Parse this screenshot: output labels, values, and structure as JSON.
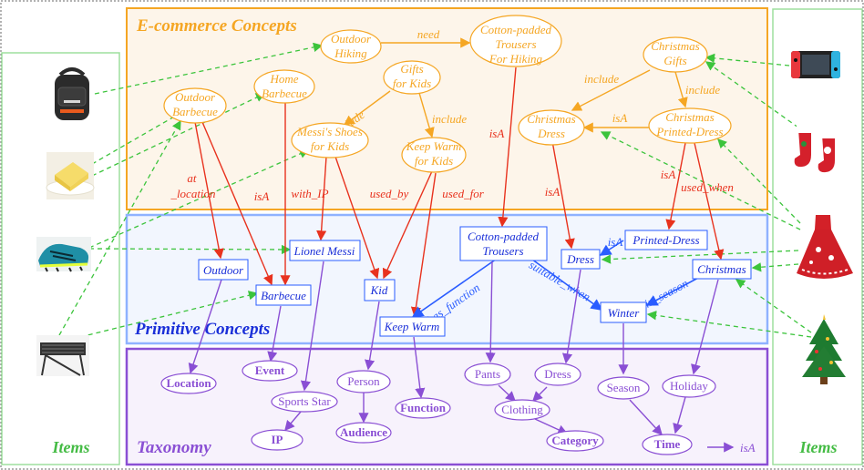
{
  "panels": {
    "items_left": "Items",
    "items_right": "Items",
    "ecommerce": "E-commerce Concepts",
    "primitive": "Primitive Concepts",
    "taxonomy": "Taxonomy"
  },
  "colors": {
    "items_frame": "#7fd37f",
    "items_title": "#44bb44",
    "ecommerce": "#f5a623",
    "ecommerce_fill": "#fdf5ea",
    "primitive": "#2a5cff",
    "primitive_frame": "#8fb2ff",
    "primitive_fill": "#f2f6fe",
    "taxonomy": "#8a4fd4",
    "taxonomy_fill": "#f7f2fc",
    "red_edge": "#e8321e",
    "green_edge": "#3cc43c"
  },
  "item_images": {
    "left": [
      "backpack",
      "butter",
      "football-boots",
      "barbecue-grill"
    ],
    "right": [
      "game-console",
      "christmas-stockings",
      "christmas-dress",
      "christmas-tree"
    ]
  },
  "ecommerce_nodes": [
    {
      "id": "outdoor_hiking",
      "label": "Outdoor Hiking"
    },
    {
      "id": "cotton_trousers_hiking",
      "label": "Cotton-padded Trousers For Hiking"
    },
    {
      "id": "christmas_gifts",
      "label": "Christmas Gifts"
    },
    {
      "id": "home_barbecue",
      "label": "Home Barbecue"
    },
    {
      "id": "gifts_for_kids",
      "label": "Gifts for Kids"
    },
    {
      "id": "outdoor_barbecue",
      "label": "Outdoor Barbecue"
    },
    {
      "id": "messi_shoes",
      "label": "Messi's Shoes for Kids"
    },
    {
      "id": "keep_warm_kids",
      "label": "Keep Warm for Kids"
    },
    {
      "id": "christmas_dress",
      "label": "Christmas Dress"
    },
    {
      "id": "christmas_printed_dress",
      "label": "Christmas Printed-Dress"
    }
  ],
  "ecommerce_edges": [
    {
      "label": "need"
    },
    {
      "label": "include"
    },
    {
      "label": "include"
    },
    {
      "label": "include"
    },
    {
      "label": "include"
    },
    {
      "label": "isA"
    }
  ],
  "primitive_nodes": [
    {
      "id": "lionel_messi",
      "label": "Lionel Messi"
    },
    {
      "id": "outdoor",
      "label": "Outdoor"
    },
    {
      "id": "barbecue",
      "label": "Barbecue"
    },
    {
      "id": "kid",
      "label": "Kid"
    },
    {
      "id": "keep_warm",
      "label": "Keep Warm"
    },
    {
      "id": "cotton_trousers",
      "label": "Cotton-padded Trousers"
    },
    {
      "id": "dress",
      "label": "Dress"
    },
    {
      "id": "printed_dress",
      "label": "Printed-Dress"
    },
    {
      "id": "christmas",
      "label": "Christmas"
    },
    {
      "id": "winter",
      "label": "Winter"
    }
  ],
  "primitive_edges": [
    {
      "label": "isA"
    },
    {
      "label": "has_function"
    },
    {
      "label": "suitable_when"
    },
    {
      "label": "in_season"
    }
  ],
  "cross_edges": [
    {
      "label": "at _location"
    },
    {
      "label": "isA"
    },
    {
      "label": "with_IP"
    },
    {
      "label": "used_by"
    },
    {
      "label": "used_for"
    },
    {
      "label": "isA"
    },
    {
      "label": "isA"
    },
    {
      "label": "isA"
    },
    {
      "label": "used_when"
    }
  ],
  "taxonomy_nodes": [
    {
      "id": "location",
      "label": "Location",
      "bold": true
    },
    {
      "id": "event",
      "label": "Event",
      "bold": true
    },
    {
      "id": "sports_star",
      "label": "Sports Star",
      "bold": false
    },
    {
      "id": "ip",
      "label": "IP",
      "bold": true
    },
    {
      "id": "person",
      "label": "Person",
      "bold": false
    },
    {
      "id": "audience",
      "label": "Audience",
      "bold": true
    },
    {
      "id": "function",
      "label": "Function",
      "bold": true
    },
    {
      "id": "pants",
      "label": "Pants",
      "bold": false
    },
    {
      "id": "dress_t",
      "label": "Dress",
      "bold": false
    },
    {
      "id": "clothing",
      "label": "Clothing",
      "bold": false
    },
    {
      "id": "category",
      "label": "Category",
      "bold": true
    },
    {
      "id": "season",
      "label": "Season",
      "bold": false
    },
    {
      "id": "holiday",
      "label": "Holiday",
      "bold": false
    },
    {
      "id": "time",
      "label": "Time",
      "bold": true
    }
  ],
  "taxonomy_legend": "isA"
}
